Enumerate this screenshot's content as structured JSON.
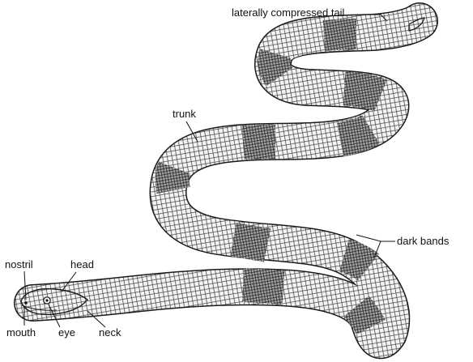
{
  "labels": {
    "tail": "laterally compressed tail",
    "trunk": "trunk",
    "dark_bands": "dark bands",
    "nostril": "nostril",
    "head": "head",
    "mouth": "mouth",
    "eye": "eye",
    "neck": "neck"
  },
  "colors": {
    "body_fill": "#f2f2f2",
    "outline": "#1a1a1a",
    "scale_lines": "#333333",
    "band_fill": "#9a9a9a"
  }
}
